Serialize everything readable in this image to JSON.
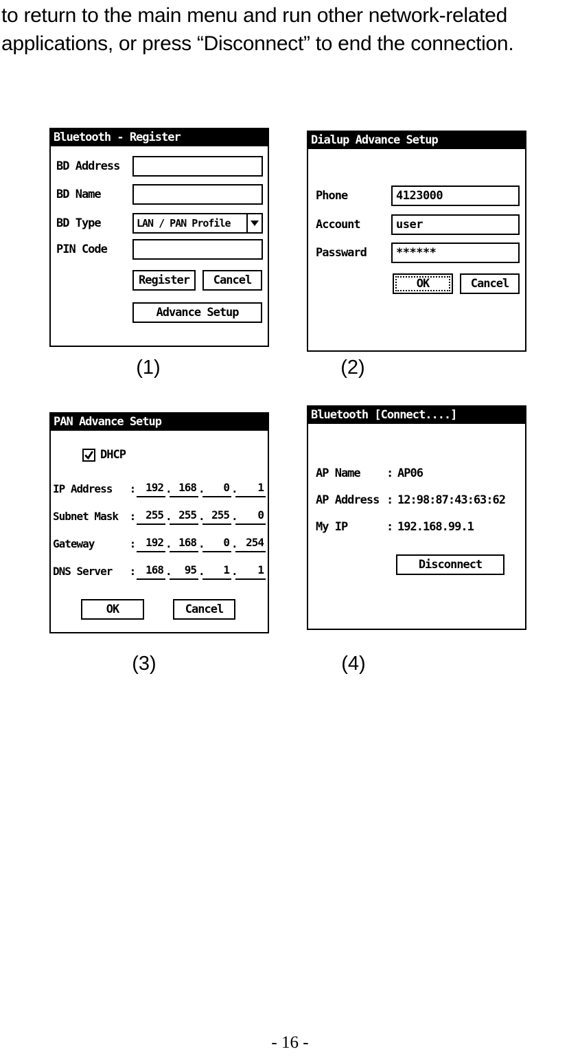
{
  "page": {
    "intro_line1": "to return to the main menu and run other network-related",
    "intro_line2": "applications, or press “Disconnect” to end the connection.",
    "page_number": "- 16 -"
  },
  "glyphs": {
    "colon": ":",
    "dot": "."
  },
  "dialog1": {
    "title": "Bluetooth - Register",
    "caption": "(1)",
    "fields": [
      {
        "label": "BD Address",
        "value": ""
      },
      {
        "label": "BD Name",
        "value": ""
      },
      {
        "label": "BD Type",
        "value": "LAN / PAN Profile"
      },
      {
        "label": "PIN Code",
        "value": ""
      }
    ],
    "buttons": {
      "register": "Register",
      "cancel": "Cancel",
      "advance_setup": "Advance Setup"
    }
  },
  "dialog2": {
    "title": "Dialup Advance Setup",
    "caption": "(2)",
    "fields": [
      {
        "label": "Phone",
        "value": "4123000"
      },
      {
        "label": "Account",
        "value": "user"
      },
      {
        "label": "Passward",
        "value": "******"
      }
    ],
    "buttons": {
      "ok": "OK",
      "cancel": "Cancel"
    }
  },
  "dialog3": {
    "title": "PAN Advance Setup",
    "caption": "(3)",
    "dhcp": {
      "label": "DHCP",
      "checked": true
    },
    "rows": [
      {
        "label": "IP Address",
        "octets": [
          "192",
          "168",
          "0",
          "1"
        ]
      },
      {
        "label": "Subnet Mask",
        "octets": [
          "255",
          "255",
          "255",
          "0"
        ]
      },
      {
        "label": "Gateway",
        "octets": [
          "192",
          "168",
          "0",
          "254"
        ]
      },
      {
        "label": "DNS Server",
        "octets": [
          "168",
          "95",
          "1",
          "1"
        ]
      }
    ],
    "buttons": {
      "ok": "OK",
      "cancel": "Cancel"
    }
  },
  "dialog4": {
    "title": "Bluetooth [Connect....]",
    "caption": "(4)",
    "rows": [
      {
        "label": "AP Name",
        "value": "AP06"
      },
      {
        "label": "AP Address",
        "value": "12:98:87:43:63:62"
      },
      {
        "label": "My IP",
        "value": "192.168.99.1"
      }
    ],
    "buttons": {
      "disconnect": "Disconnect"
    }
  }
}
